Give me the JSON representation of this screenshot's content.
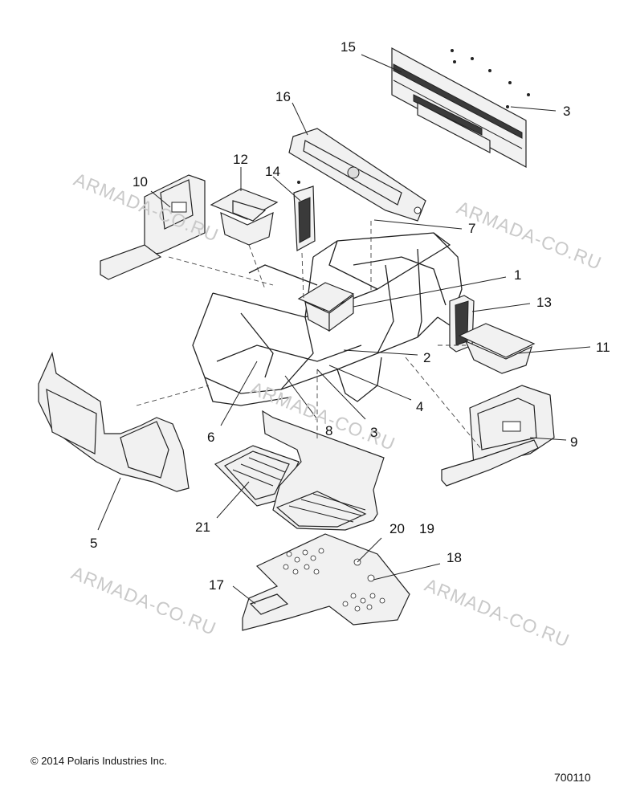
{
  "watermark": "ARMADA-CO.RU",
  "callouts": [
    "1",
    "2",
    "3",
    "3",
    "4",
    "5",
    "6",
    "7",
    "8",
    "9",
    "10",
    "11",
    "12",
    "13",
    "14",
    "15",
    "16",
    "17",
    "18",
    "19",
    "20",
    "21"
  ],
  "copyright": "© 2014 Polaris Industries Inc.",
  "part_number": "700110"
}
